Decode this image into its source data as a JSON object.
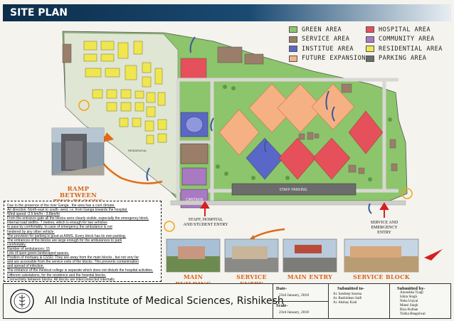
{
  "title": "SITE PLAN",
  "legend": [
    {
      "label": "GREEN AREA",
      "color": "#8cc56b"
    },
    {
      "label": "HOSPITAL AREA",
      "color": "#e5505b"
    },
    {
      "label": "SERVICE AREA",
      "color": "#9a7e6a"
    },
    {
      "label": "COMMUNITY AREA",
      "color": "#a979c2"
    },
    {
      "label": "INSTITUE AREA",
      "color": "#5a67c9"
    },
    {
      "label": "RESIDENTIAL AREA",
      "color": "#f0e64f"
    },
    {
      "label": "FUTURE EXPANSION",
      "color": "#f5b184"
    },
    {
      "label": "PARKING AREA",
      "color": "#6c6c6c"
    }
  ],
  "map_labels": {
    "staff_parking": "STAFF PARKING",
    "canteen": "CANTEEN",
    "residential": "RESIDENTIAL"
  },
  "entries": {
    "staff_entry": "STAFF, HOSPITAL\nAND STUDENT ENTRY",
    "service_entry": "SERVICE AND\nEMERGENCY\nENTRY"
  },
  "photo_labels": {
    "ramp": "RAMP BETWEEN\nTWO BLOCKS",
    "main_building": "MAIN BUILDING",
    "service_entry": "SERVICE ENTRY",
    "main_entry": "MAIN ENTRY",
    "service_block": "SERVICE BLOCK"
  },
  "notes": [
    "Due to the presence of the river Ganga , the area has a cool climate.",
    "Air direction: North-east to south- west, i.e. from Ganga towards the hospital.",
    "Wind speed -2.5 km/hr - 3.8km/hr",
    "From the entrance gate all the blocks were clearly visible, especially the emergency block.",
    "Internal road widths- 7 metres, which is enough for two vehicles",
    "to pass by comfortably. In case of emergency the ambulance is not",
    "hindered by any other vehicle.",
    "The provision for parking is good at AIIMS. Every block has its own parking.",
    "The entrances of the blocks are large enough for the ambulances to park",
    "comfortably.",
    "Number of ambulances: 15",
    "Lots of open green landscaped spaces.",
    "Position of mortuary & CSSD: They are away from the main blocks , but not very far",
    "and are accessible from the service exits of the blocks. This prevents contamination",
    "and spread of infection.",
    "The entrance of the medical college is separate which does not disturb the hospital activities.",
    "Different substations, for the residence and the hospital blocks.",
    "Connectivity between blocks: All blocks are interconnected internally"
  ],
  "footer": {
    "institute": "All India Institute of Medical Sciences, Rishikesh",
    "date_label": "Date-",
    "date_value": "23rd January, 2018",
    "scale_label": "Scale-",
    "scale_value": "23rd January, 2018",
    "submitted_to_label": "Submitted to-",
    "submitted_to": [
      "Ar. Sandeep Saxena",
      "Ar. Rashiideen Saifi",
      "Ar. Akshay Kaul"
    ],
    "submitted_by_label": "Submitted by-",
    "submitted_by": [
      "Anoushka Tyagi",
      "Ishita Singh",
      "Neha Uniyal",
      "Mansi Singh",
      "Riya Kulhan",
      "Tulika Bhagolwal"
    ]
  }
}
